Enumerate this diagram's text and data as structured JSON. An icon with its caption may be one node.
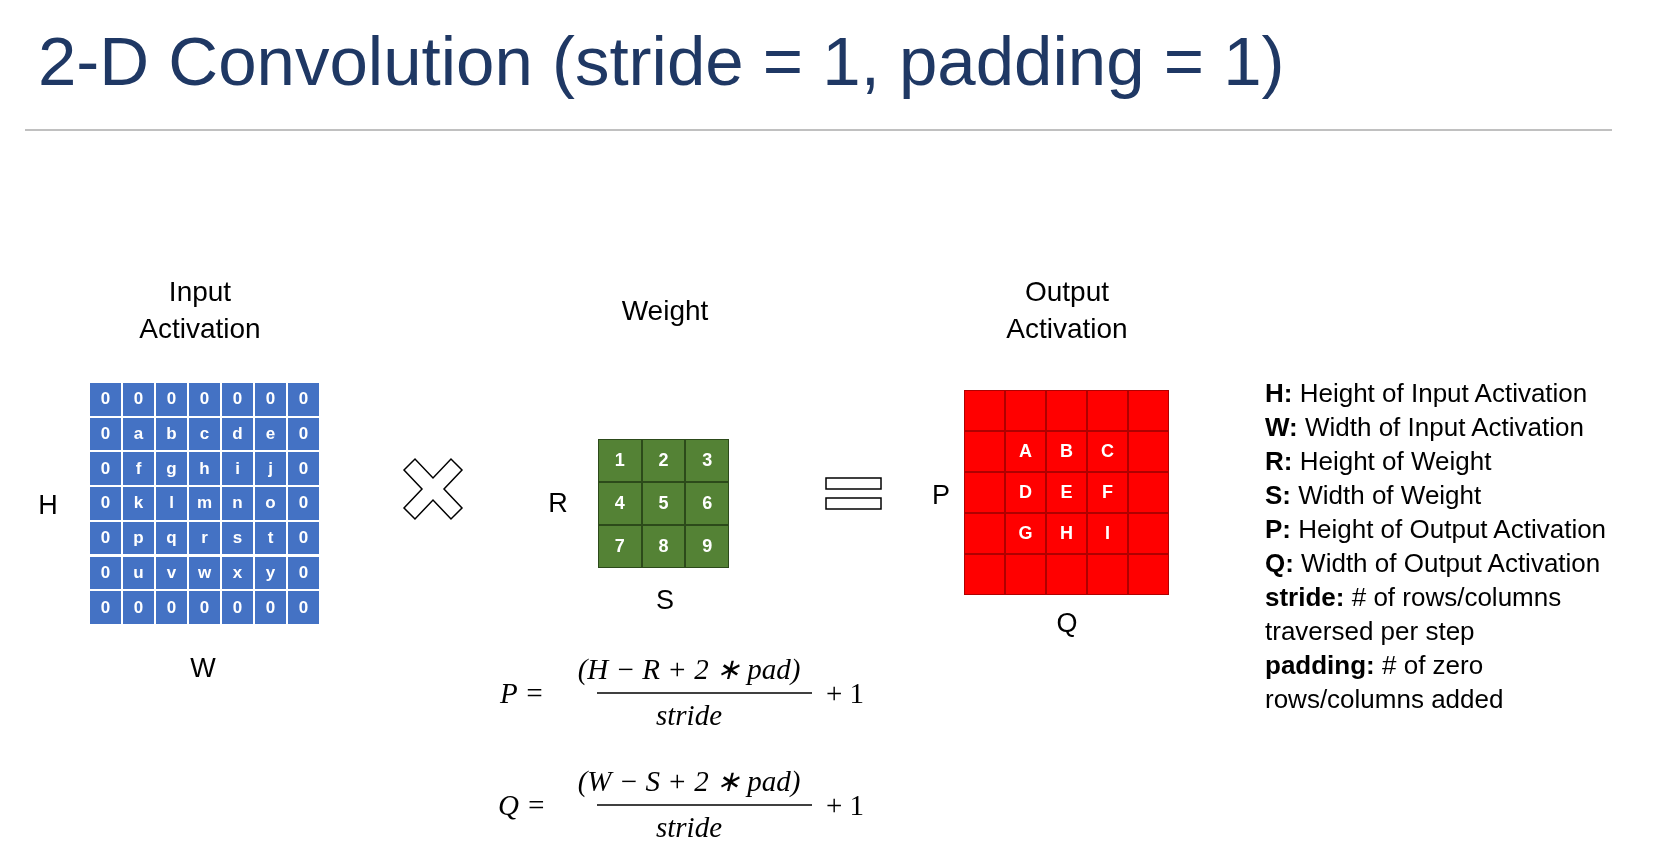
{
  "diagram": {
    "title": "2-D Convolution (stride = 1, padding = 1)",
    "labels": [
      "Input Activation",
      "Weight",
      "Output Activation",
      "0",
      "0",
      "0",
      "0",
      "0",
      "0",
      "0",
      "0",
      "a",
      "b",
      "c",
      "d",
      "e",
      "0",
      "0",
      "f",
      "g",
      "h",
      "i",
      "j",
      "0",
      "0",
      "k",
      "l",
      "m",
      "n",
      "o",
      "0",
      "0",
      "p",
      "q",
      "r",
      "s",
      "t",
      "0",
      "0",
      "u",
      "v",
      "w",
      "x",
      "y",
      "0",
      "0",
      "0",
      "0",
      "0",
      "0",
      "0",
      "0",
      "1",
      "2",
      "3",
      "4",
      "5",
      "6",
      "7",
      "8",
      "9",
      "A",
      "B",
      "C",
      "D",
      "E",
      "F",
      "G",
      "H",
      "I",
      "H",
      "W",
      "R",
      "S",
      "P",
      "Q",
      "P =",
      "(H − R + 2 ∗ pad)",
      "stride",
      "+ 1",
      "Q =",
      "(W − S + 2 ∗ pad)",
      "stride",
      "+ 1",
      "**H:** Height of Input Activation",
      "**W:** Width of Input Activation",
      "**R:** Height of Weight",
      "**S:** Width of Weight",
      "**P:** Height of Output Activation",
      "**Q:** Width of Output Activation",
      "**stride:** # of rows/columns traversed per step",
      "**padding:** # of zero rows/columns added"
    ]
  }
}
